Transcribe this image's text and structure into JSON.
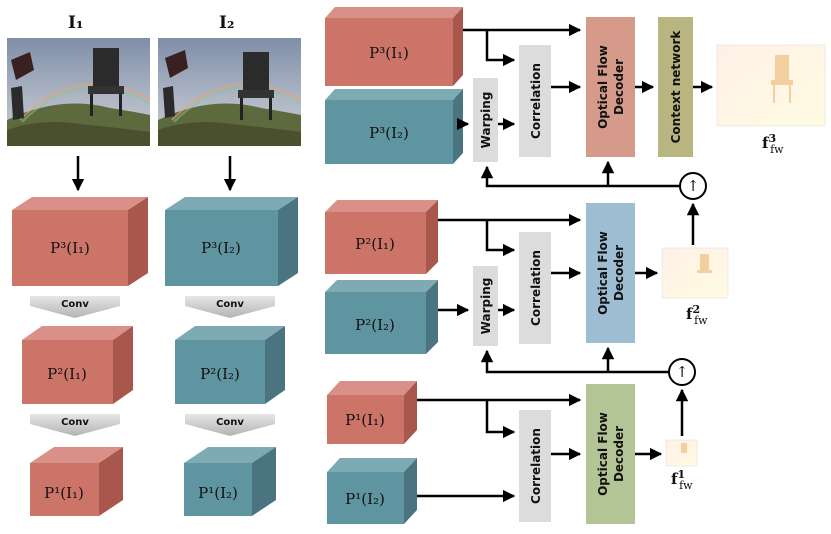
{
  "images": {
    "i1_title": "I₁",
    "i2_title": "I₂"
  },
  "pyramid": {
    "p3_i1": "P³(I₁)",
    "p3_i2": "P³(I₂)",
    "p2_i1": "P²(I₁)",
    "p2_i2": "P²(I₂)",
    "p1_i1": "P¹(I₁)",
    "p1_i2": "P¹(I₂)"
  },
  "modules": {
    "conv": "Conv",
    "warping": "Warping",
    "correlation": "Correlation",
    "decoder_line1": "Optical Flow",
    "decoder_line2": "Decoder",
    "context": "Context network",
    "upsample": "↑"
  },
  "outputs": {
    "f3": "f",
    "f3_sup": "3",
    "f3_sub": "fw",
    "f2": "f",
    "f2_sup": "2",
    "f2_sub": "fw",
    "f1": "f",
    "f1_sup": "1",
    "f1_sub": "fw"
  },
  "colors": {
    "red_front": "#cd7468",
    "red_top": "#d99088",
    "red_side": "#a9564c",
    "teal_front": "#5f95a1",
    "teal_top": "#7eaab3",
    "teal_side": "#4a7580",
    "decoder_top": "#d69a8a",
    "decoder_mid": "#9dbdd3",
    "decoder_bot": "#b3c595",
    "context": "#b8b581",
    "module_gray": "#dcdcdc"
  }
}
